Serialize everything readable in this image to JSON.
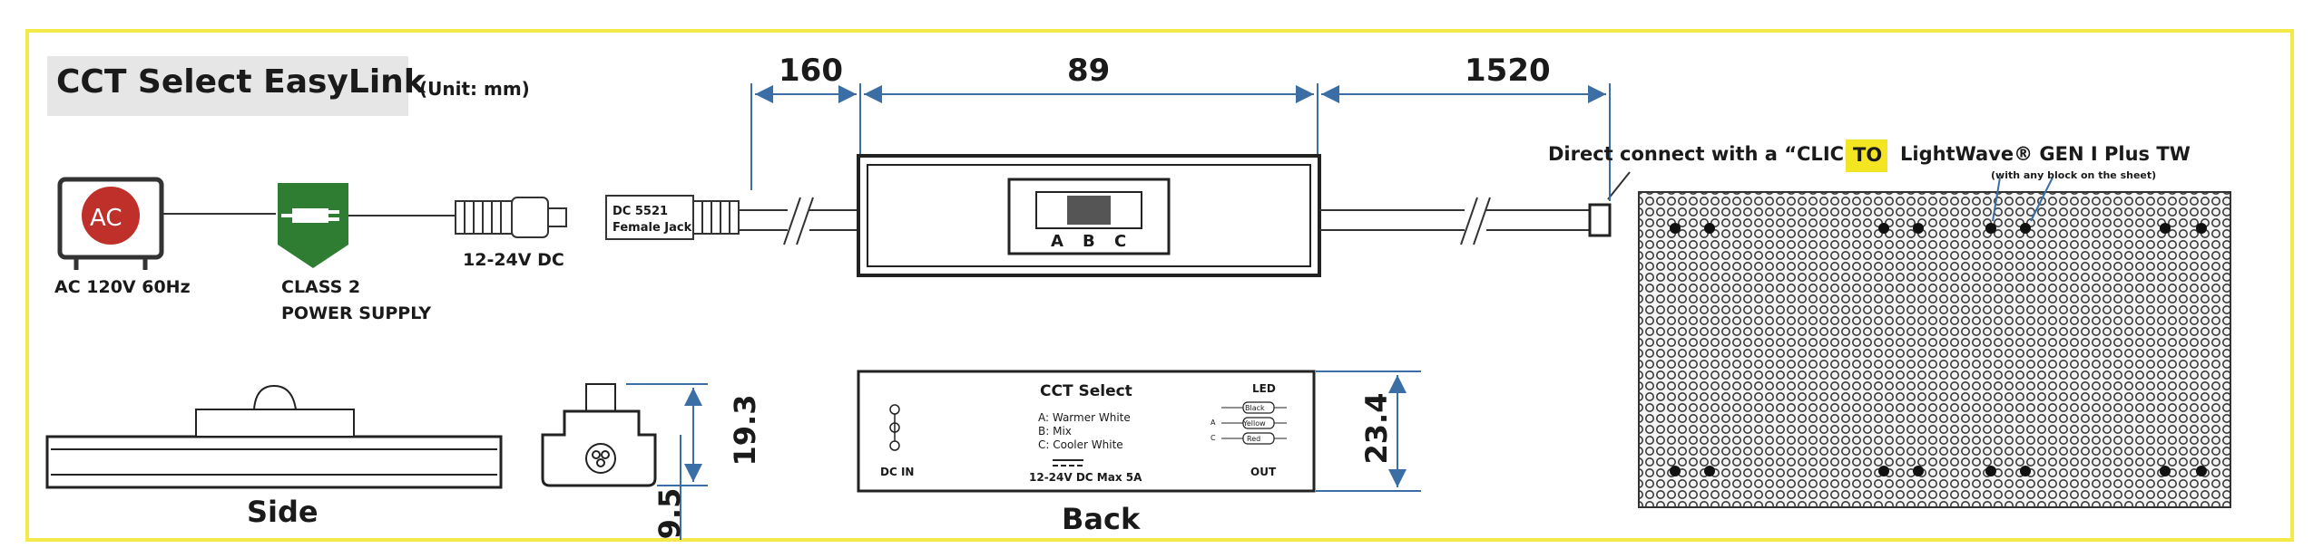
{
  "title": "CCT Select EasyLink",
  "unit": "(Unit: mm)",
  "dimensions": {
    "d160": "160",
    "d89": "89",
    "d1520": "1520",
    "d193": "19.3",
    "d95": "9.5",
    "d234": "23.4"
  },
  "source": {
    "ac_icon_text": "AC",
    "ac_label": "AC 120V 60Hz",
    "power_supply_line1": "CLASS 2",
    "power_supply_line2": "POWER SUPPLY",
    "dc_label": "12-24V DC",
    "jack_line1": "DC 5521",
    "jack_line2": "Female Jack"
  },
  "switch": {
    "a": "A",
    "b": "B",
    "c": "C"
  },
  "connection": {
    "direct": "Direct connect with a “CLICK”",
    "to": "TO",
    "product": "LightWave® GEN I Plus TW",
    "note": "(with any block on the sheet)"
  },
  "views": {
    "side": "Side",
    "back": "Back"
  },
  "back_panel": {
    "title": "CCT Select",
    "option_a": "A: Warmer White",
    "option_b": "B: Mix",
    "option_c": "C: Cooler White",
    "power": "12-24V DC Max 5A",
    "dc_in": "DC IN",
    "led": "LED",
    "out": "OUT",
    "wire_black": "Black",
    "wire_yellow": "Yellow",
    "wire_red": "Red",
    "pin_a": "A",
    "pin_c": "C"
  },
  "colors": {
    "frame": "#f3ea4a",
    "ac_icon": "#c0302a",
    "power_supply": "#2e7d32",
    "dimension_lines": "#3a6ea5",
    "to_badge": "#f3e521"
  }
}
